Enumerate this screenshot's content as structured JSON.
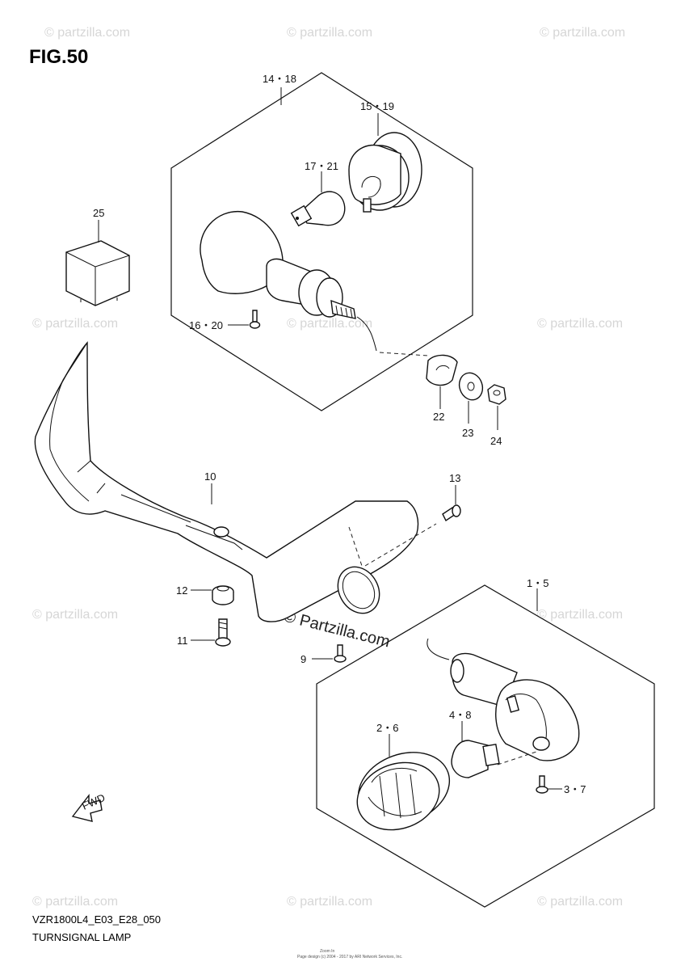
{
  "figure": {
    "title": "FIG.50",
    "code": "VZR1800L4_E03_E28_050",
    "name": "TURNSIGNAL LAMP",
    "copyright_small_1": "Zoom In",
    "copyright_small_2": "Page design (c) 2004 - 2017 by ARI Network Services, Inc."
  },
  "watermark": {
    "text": "© partzilla.com",
    "center_text": "© Partzilla.com"
  },
  "fwd_label": "FWD",
  "callouts": {
    "c14_18": "14・18",
    "c15_19": "15・19",
    "c17_21": "17・21",
    "c25": "25",
    "c16_20": "16・20",
    "c22": "22",
    "c23": "23",
    "c24": "24",
    "c10": "10",
    "c13": "13",
    "c12": "12",
    "c11": "11",
    "c9": "9",
    "c1_5": "1・5",
    "c2_6": "2・6",
    "c4_8": "4・8",
    "c3_7": "3・7"
  }
}
